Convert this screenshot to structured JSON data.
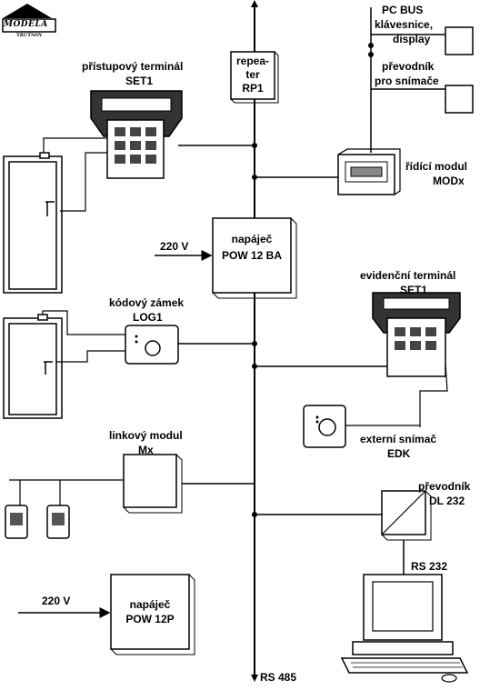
{
  "logo": {
    "name": "MODELA",
    "sub": "TRUTNOV"
  },
  "bus": {
    "label": "RS 485"
  },
  "labels": {
    "pc_bus": "PC BUS",
    "keyboard_display_1": "klávesnice,",
    "keyboard_display_2": "display",
    "sensor_converter_1": "převodník",
    "sensor_converter_2": "pro snímače",
    "repeater_1": "repea-",
    "repeater_2": "ter",
    "repeater_3": "RP1",
    "access_terminal_1": "přístupový terminál",
    "access_terminal_2": "SET1",
    "control_module_1": "řídící modul",
    "control_module_2": "MODx",
    "psu_input": "220 V",
    "psu_1": "napáječ",
    "psu_2": "POW 12 BA",
    "code_lock_1": "kódový zámek",
    "code_lock_2": "LOG1",
    "record_terminal_1": "evidenční terminál",
    "record_terminal_2": "SET1",
    "ext_sensor_1": "externí snímač",
    "ext_sensor_2": "EDK",
    "line_module_1": "linkový modul",
    "line_module_2": "Mx",
    "converter_1": "převodník",
    "converter_2": "DL 232",
    "rs232": "RS 232",
    "psu2_input": "220 V",
    "psu2_1": "napáječ",
    "psu2_2": "POW 12P"
  }
}
